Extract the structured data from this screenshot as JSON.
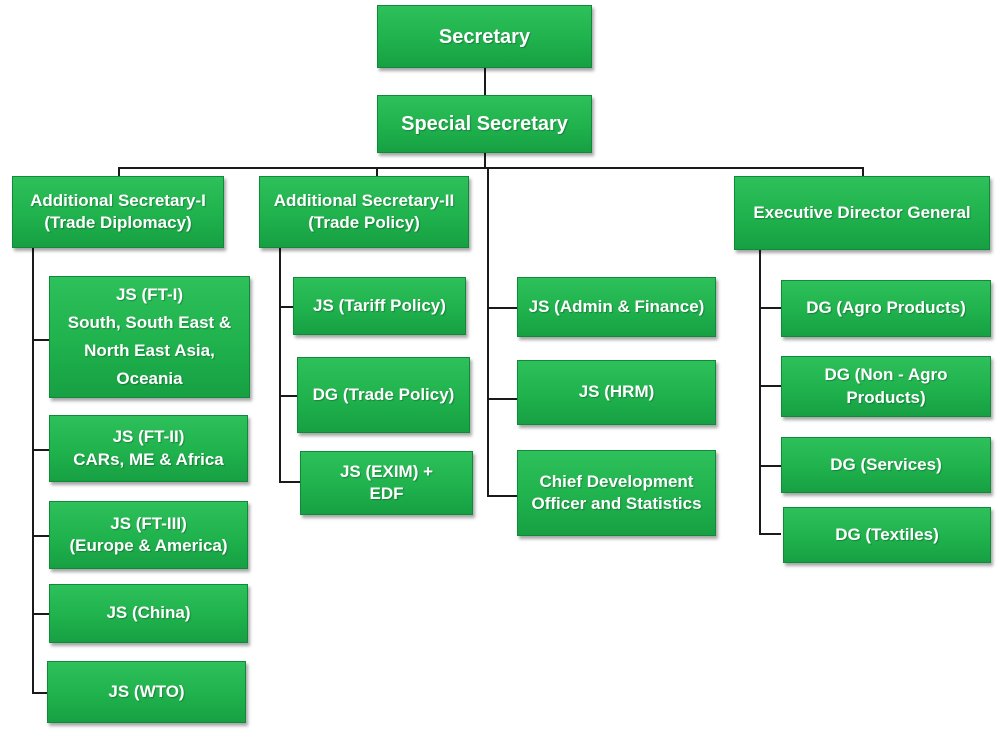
{
  "org": {
    "secretary": "Secretary",
    "special_secretary": "Special Secretary",
    "as1": "Additional Secretary-I\n(Trade Diplomacy)",
    "as2": "Additional Secretary-II\n(Trade Policy)",
    "edg": "Executive Director General",
    "as1_units": [
      "JS (FT-I)\nSouth, South East &\nNorth East Asia,\nOceania",
      "JS (FT-II)\nCARs, ME & Africa",
      "JS (FT-III)\n(Europe & America)",
      "JS (China)",
      "JS (WTO)"
    ],
    "as2_units": [
      "JS (Tariff Policy)",
      "DG (Trade Policy)",
      "JS (EXIM) +\nEDF"
    ],
    "direct_units": [
      "JS (Admin & Finance)",
      "JS (HRM)",
      "Chief Development\nOfficer and Statistics"
    ],
    "edg_units": [
      "DG (Agro Products)",
      "DG (Non - Agro\nProducts)",
      "DG (Services)",
      "DG (Textiles)"
    ]
  },
  "colors": {
    "box_fill": "#1fb24d",
    "box_border": "#0f8a38",
    "text": "#ffffff",
    "connector": "#1a1a1a"
  }
}
